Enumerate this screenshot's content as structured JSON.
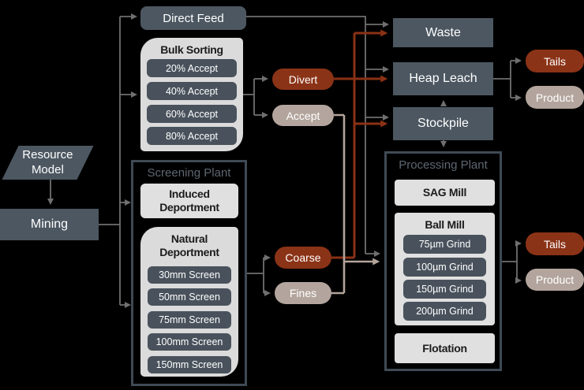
{
  "colors": {
    "background": "#000000",
    "slate": "#4c5761",
    "slate_item": "#49525c",
    "panel_light": "#dbdbdb",
    "box_light": "#e0e0e0",
    "accent_red": "#8b3317",
    "accent_tan": "#b3a59d",
    "line_gray": "#6f6f6f",
    "line_red": "#8a3115",
    "line_tan": "#b2a49b",
    "container_border": "#3f4a55",
    "container_label": "#5d6771",
    "heading_text": "#1b1b1b",
    "node_text": "#ffffff"
  },
  "source": {
    "resource_model": "Resource Model",
    "mining": "Mining"
  },
  "feed": {
    "direct_feed": "Direct Feed"
  },
  "bulk_sorting": {
    "title": "Bulk Sorting",
    "items": [
      "20% Accept",
      "40% Accept",
      "60% Accept",
      "80% Accept"
    ]
  },
  "screening_plant": {
    "label": "Screening Plant",
    "induced": "Induced Deportment",
    "natural": {
      "title": "Natural Deportment",
      "items": [
        "30mm Screen",
        "50mm Screen",
        "75mm Screen",
        "100mm Screen",
        "150mm Screen"
      ]
    }
  },
  "sorting_outcomes": {
    "divert": "Divert",
    "accept": "Accept"
  },
  "screening_outcomes": {
    "coarse": "Coarse",
    "fines": "Fines"
  },
  "destinations": {
    "waste": "Waste",
    "heap_leach": "Heap Leach",
    "stockpile": "Stockpile"
  },
  "processing_plant": {
    "label": "Processing Plant",
    "sag_mill": "SAG Mill",
    "ball_mill": {
      "title": "Ball Mill",
      "items": [
        "75µm Grind",
        "100µm Grind",
        "150µm Grind",
        "200µm Grind"
      ]
    },
    "flotation": "Flotation"
  },
  "heap_leach_outputs": {
    "tails": "Tails",
    "product": "Product"
  },
  "plant_outputs": {
    "tails": "Tails",
    "product": "Product"
  }
}
